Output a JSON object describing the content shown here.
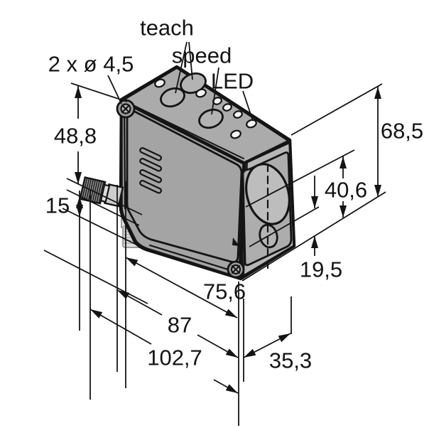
{
  "labels": {
    "teach": "teach",
    "speed": "speed",
    "led": "LED",
    "mounting_holes": "2 x ø 4,5"
  },
  "dimensions": {
    "left_height": "48,8",
    "connector_length": "15",
    "body_depth": "75,6",
    "mid_depth": "87",
    "overall_depth": "102,7",
    "width": "35,3",
    "indicator_height": "19,5",
    "lens_center_height": "40,6",
    "overall_height": "68,5"
  },
  "colors": {
    "line": "#141414",
    "body_gray": "#a6a6a6",
    "top_face_gray": "#ababab",
    "lens_face_gray": "#b6b6b6",
    "background": "#ffffff"
  }
}
